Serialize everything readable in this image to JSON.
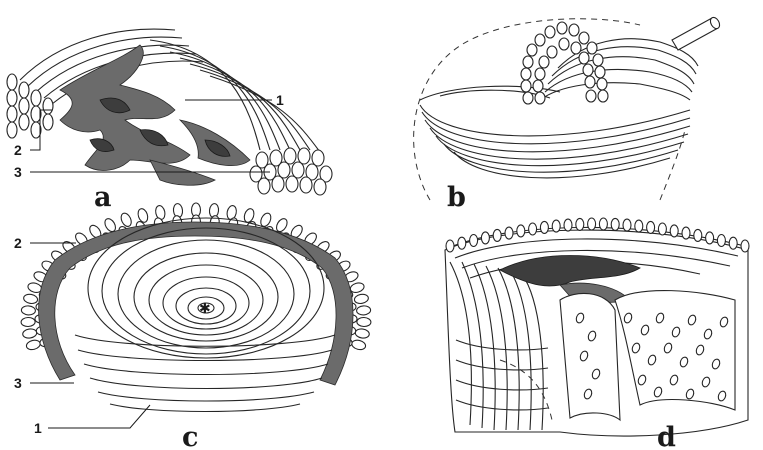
{
  "figure": {
    "panels": [
      {
        "id": "a",
        "letter": "a",
        "callouts": [
          "1",
          "2",
          "3"
        ]
      },
      {
        "id": "b",
        "letter": "b",
        "callouts": []
      },
      {
        "id": "c",
        "letter": "c",
        "callouts": [
          "2",
          "3",
          "1"
        ]
      },
      {
        "id": "d",
        "letter": "d",
        "callouts": []
      }
    ]
  }
}
